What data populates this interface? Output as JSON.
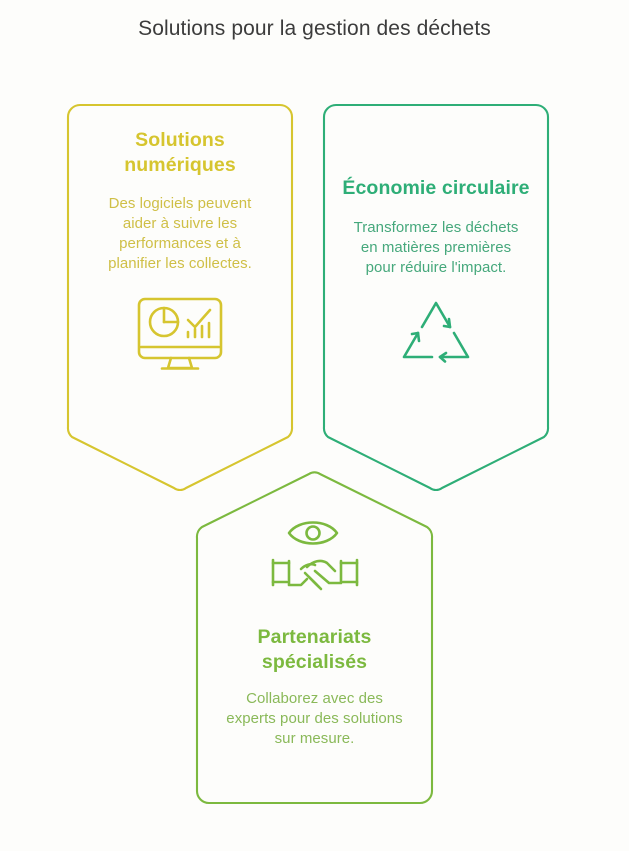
{
  "page": {
    "title": "Solutions pour la gestion des déchets",
    "background_color": "#fdfdfb",
    "title_color": "#3c3c3c"
  },
  "cards": [
    {
      "id": "digital",
      "title": "Solutions numériques",
      "body": "Des logiciels peuvent aider à suivre les performances et à planifier les collectes.",
      "icon": "monitor-analytics-icon",
      "color": "#d6c52f",
      "body_color": "#cfbf46",
      "shape": "pentagon-point-down"
    },
    {
      "id": "circular",
      "title": "Économie circulaire",
      "body": "Transformez les déchets en matières premières pour réduire l'impact.",
      "icon": "recycle-icon",
      "color": "#2eae77",
      "body_color": "#46a87c",
      "shape": "pentagon-point-down"
    },
    {
      "id": "partners",
      "title": "Partenariats spécialisés",
      "body": "Collaborez avec des experts pour des solutions sur mesure.",
      "icon": "eye-handshake-icon",
      "color": "#7cb93f",
      "body_color": "#8ab959",
      "shape": "pentagon-point-up"
    }
  ]
}
